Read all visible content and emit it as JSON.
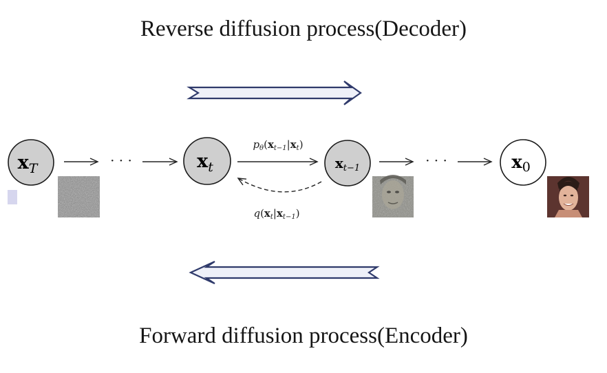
{
  "titles": {
    "top": "Reverse diffusion process(Decoder)",
    "bottom": "Forward diffusion process(Encoder)"
  },
  "nodes": [
    {
      "id": "xT",
      "base": "x",
      "sub": "T"
    },
    {
      "id": "xt",
      "base": "x",
      "sub": "t"
    },
    {
      "id": "xt-1",
      "base": "x",
      "sub": "t−1"
    },
    {
      "id": "x0",
      "base": "x",
      "sub": "0"
    }
  ],
  "edges": {
    "ellipsis": "· · ·",
    "p_label": {
      "fn": "p",
      "param": "θ",
      "lhs": "x",
      "lhs_sub": "t−1",
      "rhs": "x",
      "rhs_sub": "t"
    },
    "q_label": {
      "fn": "q",
      "lhs": "x",
      "lhs_sub": "t",
      "rhs": "x",
      "rhs_sub": "t−1"
    }
  },
  "arrows": {
    "reverse_direction": "right",
    "forward_direction": "left"
  },
  "colors": {
    "node_fill_gray": "#cfcfcf",
    "node_fill_white": "#ffffff",
    "big_arrow_fill": "#eef0f8",
    "big_arrow_stroke": "#2f3a6b",
    "marker_fill": "#d6d6ee"
  },
  "images": [
    {
      "name": "noise-image",
      "depicts": "pure gaussian noise"
    },
    {
      "name": "noisy-face-image",
      "depicts": "partially denoised face"
    },
    {
      "name": "face-photo",
      "depicts": "clean face photo"
    }
  ]
}
